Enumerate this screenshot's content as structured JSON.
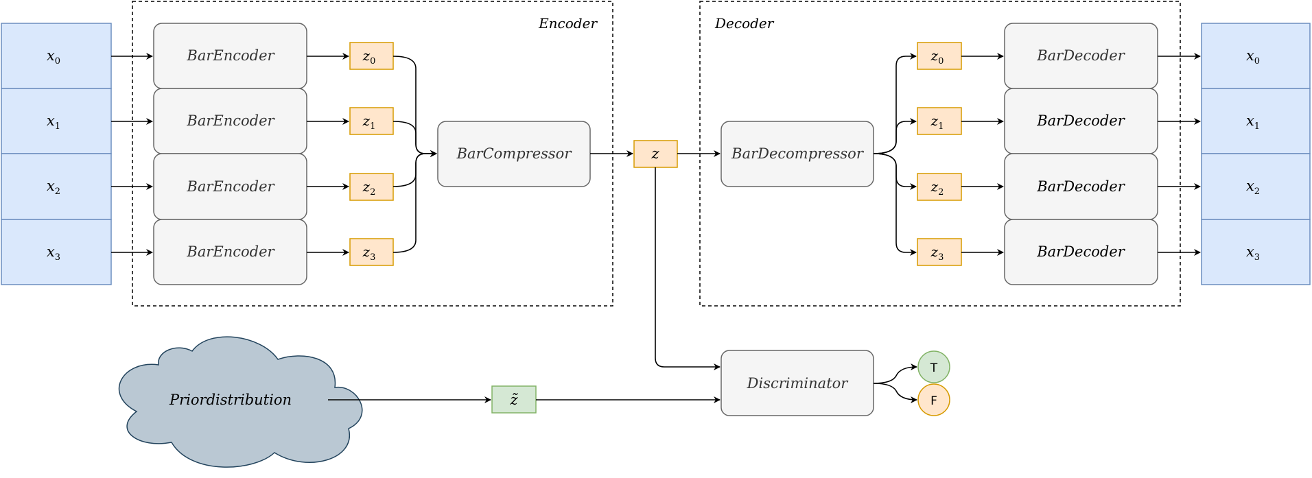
{
  "groups": {
    "encoder": "Encoder",
    "decoder": "Decoder"
  },
  "inputs": [
    "x",
    "x",
    "x",
    "x"
  ],
  "input_subscripts": [
    "0",
    "1",
    "2",
    "3"
  ],
  "outputs": [
    "x",
    "x",
    "x",
    "x"
  ],
  "output_subscripts": [
    "0",
    "1",
    "2",
    "3"
  ],
  "encoder_blocks": [
    "BarEncoder",
    "BarEncoder",
    "BarEncoder",
    "BarEncoder"
  ],
  "decoder_blocks": [
    "BarDecoder",
    "BarDecoder",
    "BarDecoder",
    "BarDecoder"
  ],
  "latents_enc": [
    "z",
    "z",
    "z",
    "z"
  ],
  "latents_enc_subscripts": [
    "0",
    "1",
    "2",
    "3"
  ],
  "latents_dec": [
    "z",
    "z",
    "z",
    "z"
  ],
  "latents_dec_subscripts": [
    "0",
    "1",
    "2",
    "3"
  ],
  "compressor": "BarCompressor",
  "decompressor": "BarDecompressor",
  "latent": "z",
  "prior": "Priordistribution",
  "prior_sample": "z̃",
  "discriminator": "Discriminator",
  "outcome_true": "T",
  "outcome_false": "F",
  "colors": {
    "input_fill": "#dae8fc",
    "input_stroke": "#6c8ebf",
    "block_fill": "#f5f5f5",
    "block_stroke": "#666666",
    "latent_fill": "#ffe6cc",
    "latent_stroke": "#d79b00",
    "green_fill": "#d5e8d4",
    "green_stroke": "#82b366",
    "cloud_fill": "#bac8d3",
    "cloud_stroke": "#23445d"
  }
}
